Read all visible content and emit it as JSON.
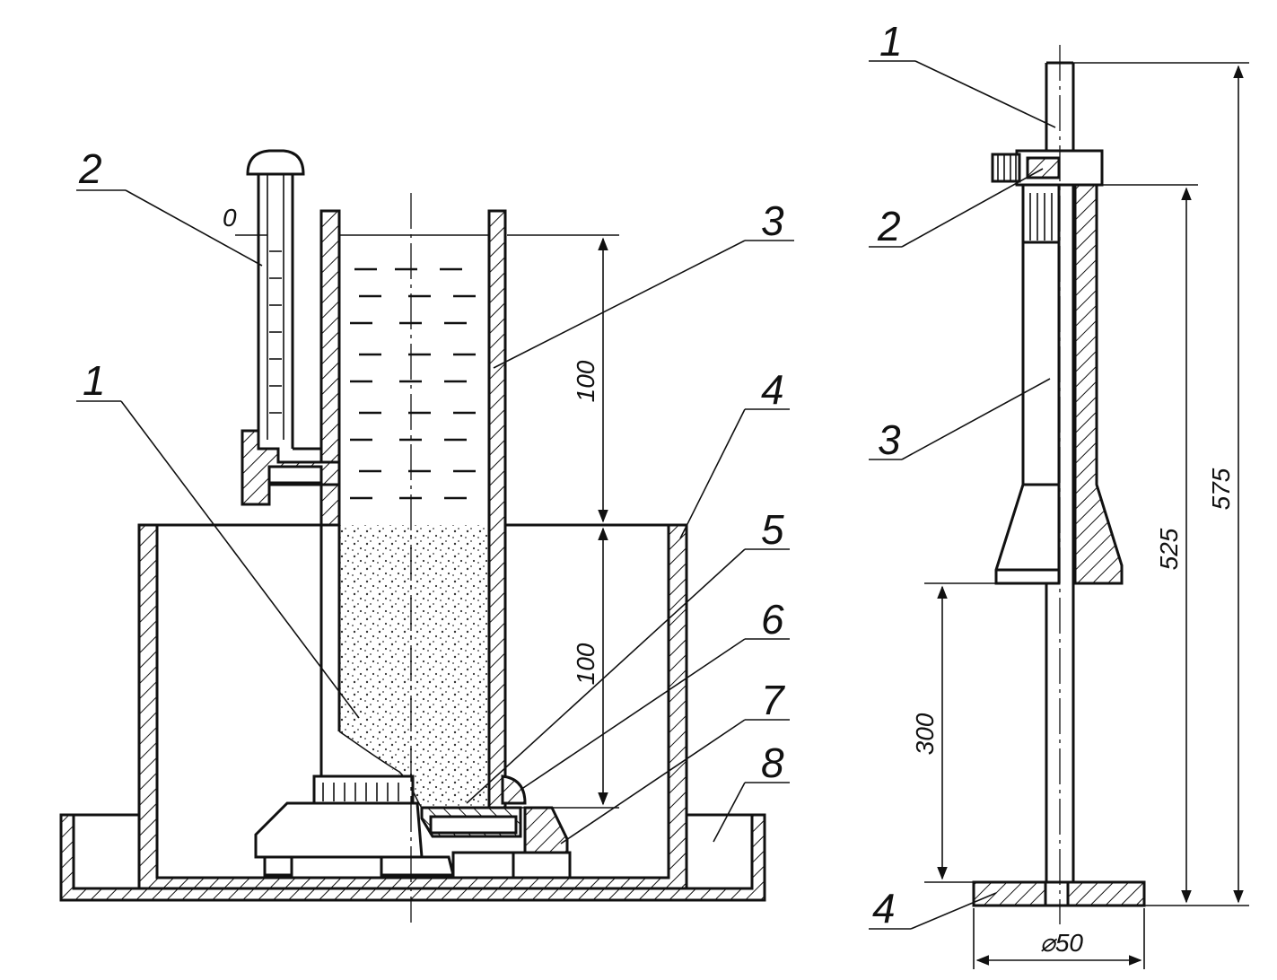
{
  "left_figure": {
    "callouts": [
      "1",
      "2",
      "3",
      "4",
      "5",
      "6",
      "7",
      "8"
    ],
    "zero_mark": "0",
    "dimensions": [
      "100",
      "100"
    ]
  },
  "right_figure": {
    "callouts": [
      "1",
      "2",
      "3",
      "4"
    ],
    "dimensions": [
      "575",
      "525",
      "300",
      "⌀50"
    ]
  }
}
